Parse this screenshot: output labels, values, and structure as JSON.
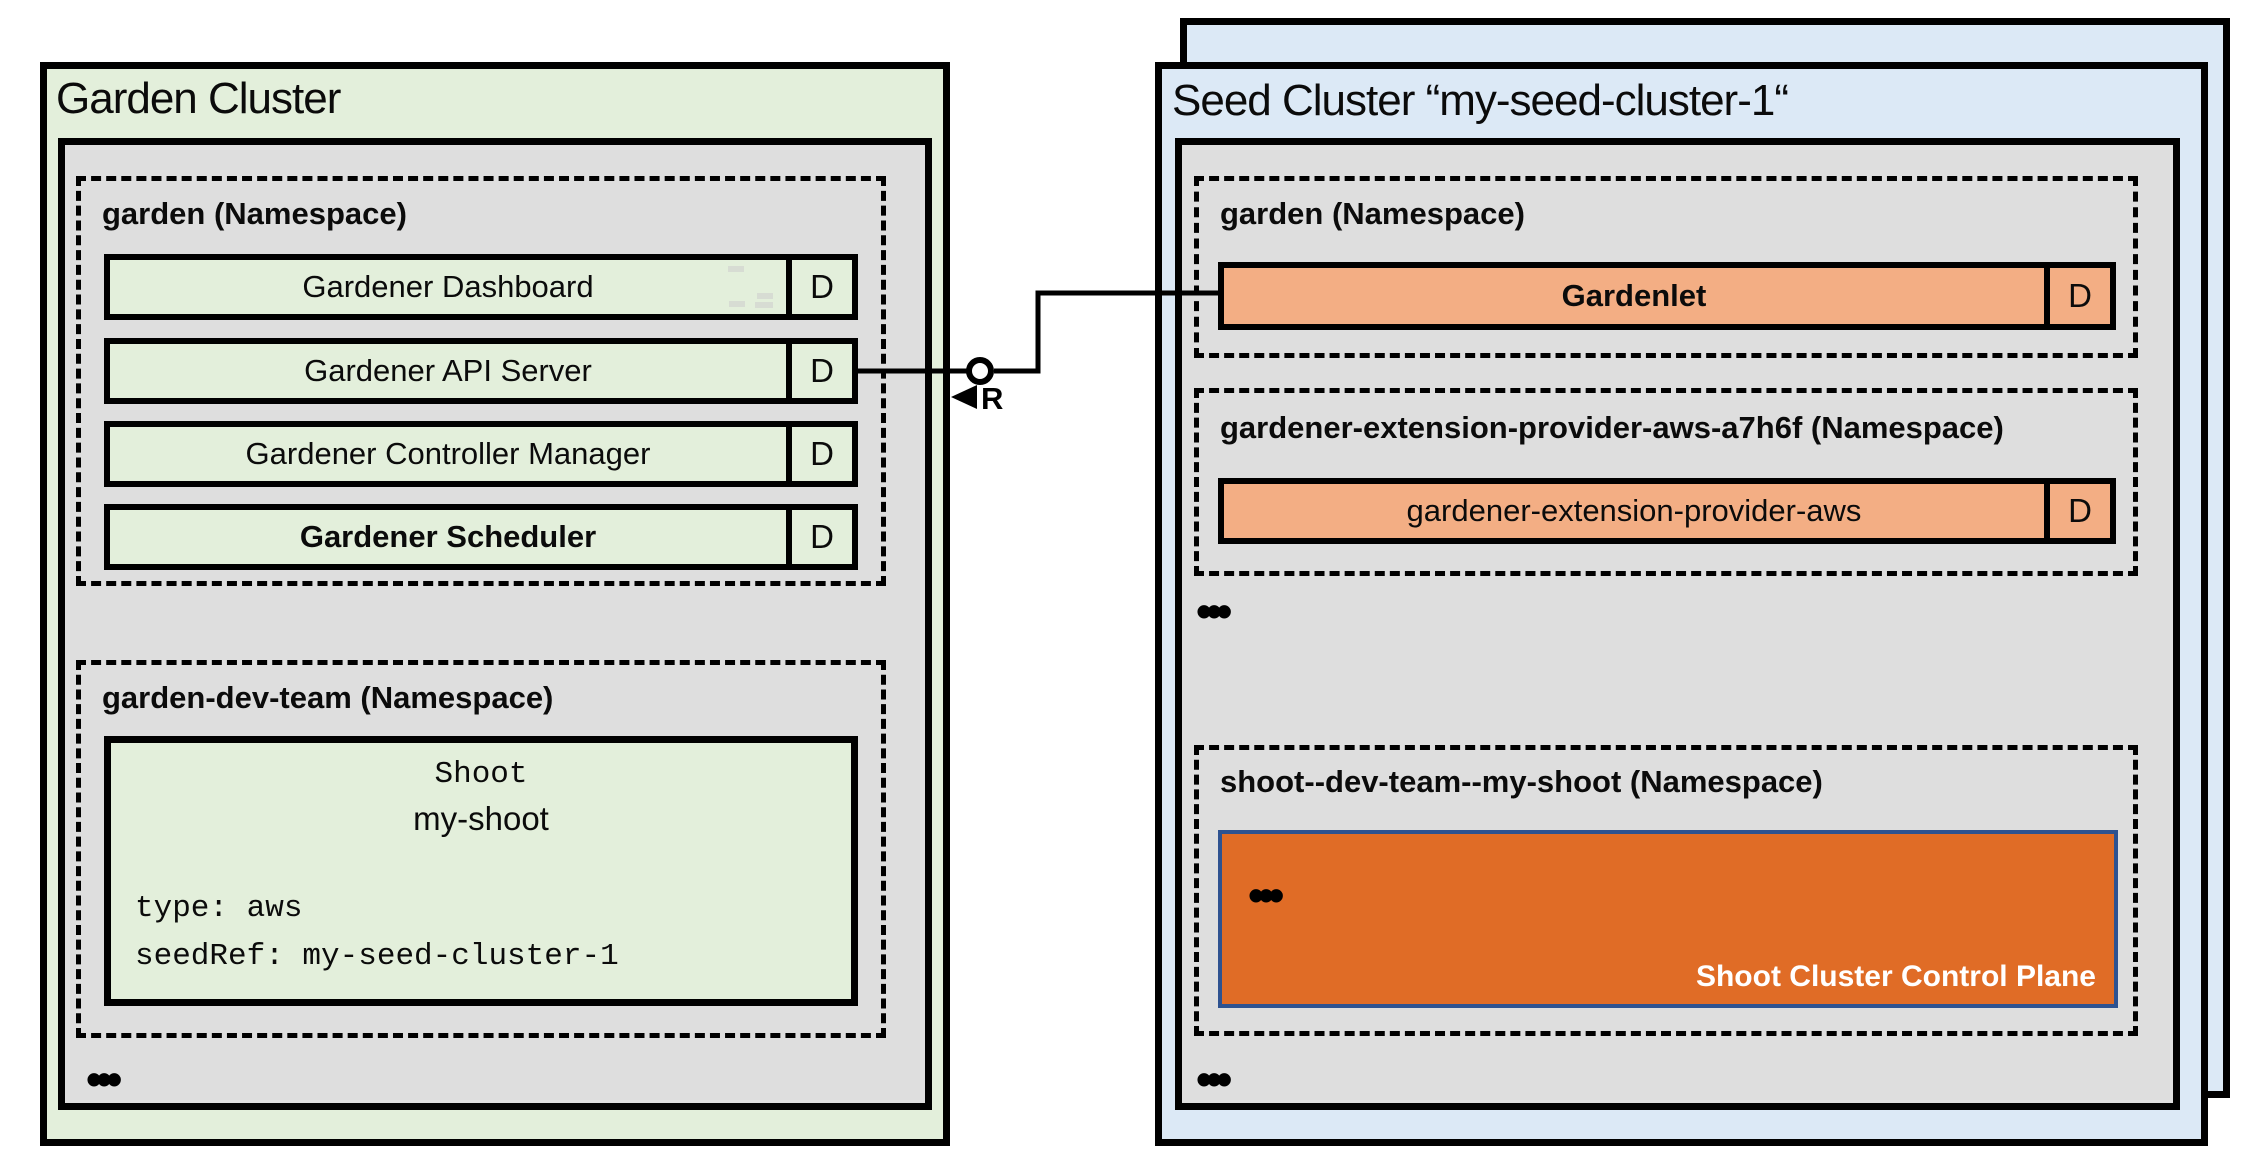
{
  "garden_cluster": {
    "title": "Garden Cluster",
    "garden_ns": {
      "label": "garden (Namespace)",
      "rows": [
        {
          "label": "Gardener Dashboard",
          "badge": "D"
        },
        {
          "label": "Gardener API Server",
          "badge": "D"
        },
        {
          "label": "Gardener Controller Manager",
          "badge": "D"
        },
        {
          "label": "Gardener Scheduler",
          "badge": "D"
        }
      ]
    },
    "dev_team_ns": {
      "label": "garden-dev-team (Namespace)",
      "shoot": {
        "kind": "Shoot",
        "name": "my-shoot",
        "spec": [
          "type: aws",
          "seedRef: my-seed-cluster-1"
        ]
      }
    },
    "ellipsis": "•••"
  },
  "connector": {
    "relation_label": "R"
  },
  "seed_cluster": {
    "title": "Seed Cluster “my-seed-cluster-1“",
    "garden_ns": {
      "label": "garden (Namespace)",
      "row": {
        "label": "Gardenlet",
        "badge": "D"
      }
    },
    "extension_ns": {
      "label": "gardener-extension-provider-aws-a7h6f (Namespace)",
      "row": {
        "label": "gardener-extension-provider-aws",
        "badge": "D"
      }
    },
    "ellipsis_mid": "•••",
    "shoot_ns": {
      "label": "shoot--dev-team--my-shoot (Namespace)",
      "control_plane": {
        "ellipsis": "•••",
        "label": "Shoot Cluster Control Plane"
      }
    },
    "ellipsis_bottom": "•••"
  },
  "colors": {
    "garden_cluster_bg": "#e3efdb",
    "seed_cluster_bg": "#dce9f6",
    "namespace_panel_bg": "#dedede",
    "component_green": "#e3efdb",
    "component_orange": "#f3ae84",
    "control_plane_bg": "#e06c26",
    "control_plane_border": "#2e5290",
    "line_color": "#000000"
  }
}
